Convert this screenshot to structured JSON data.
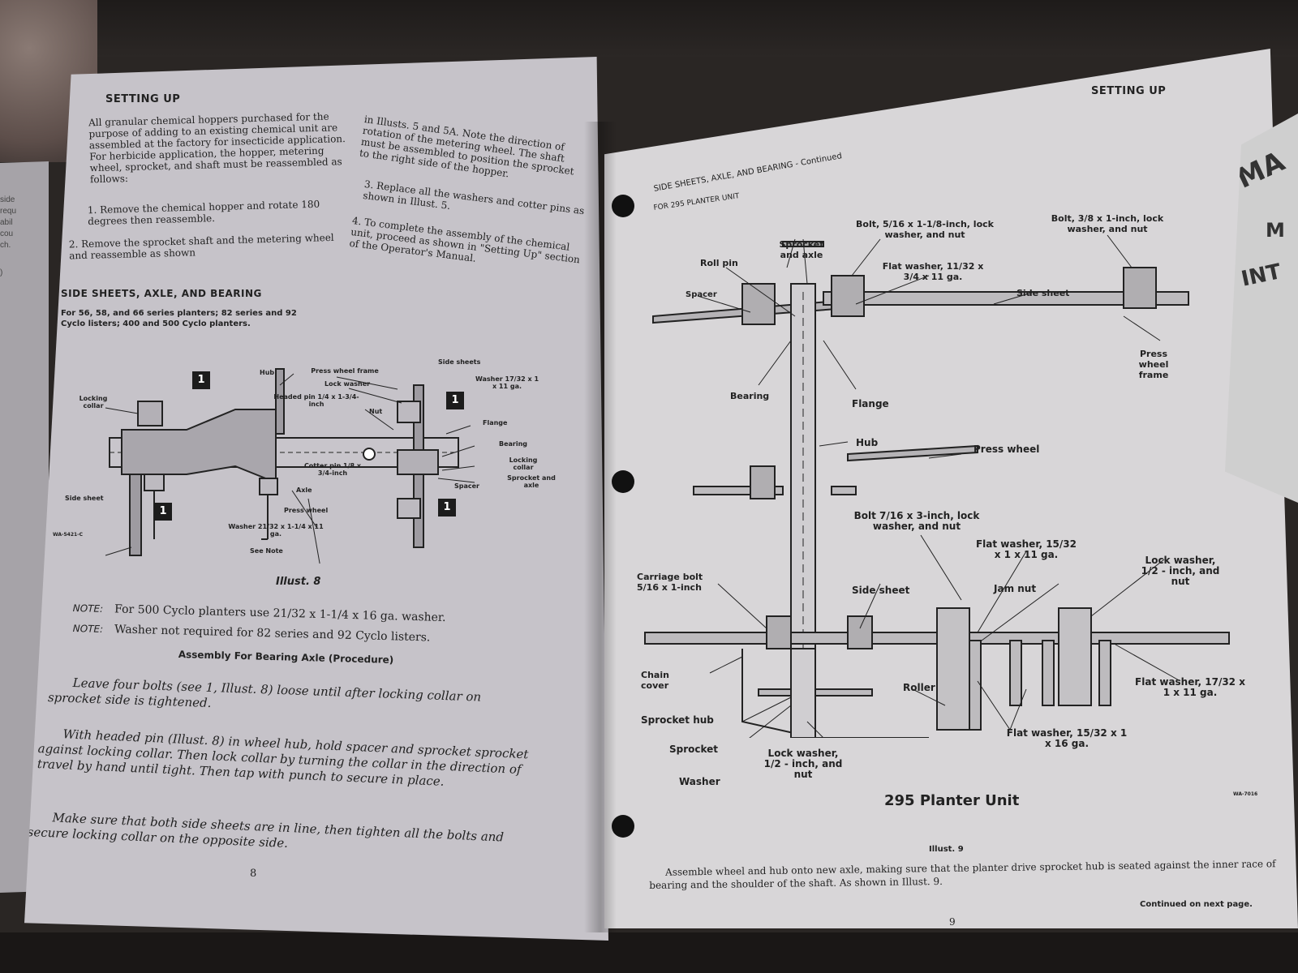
{
  "left_page": {
    "header": "SETTING UP",
    "col1_text": "All granular chemical hoppers purchased for the purpose of adding to an existing chemical unit are assembled at the factory for insecticide application. For herbicide application, the hopper, metering wheel, sprocket, and shaft must be reassembled as follows:",
    "step1": "1. Remove the chemical hopper and rotate 180 degrees then reassemble.",
    "step2": "2. Remove the sprocket shaft and the metering wheel and reassemble as shown",
    "col2_text": "in Illusts. 5 and 5A. Note the direction of rotation of the metering wheel. The shaft must be assembled to position the sprocket to the right side of the hopper.",
    "step3": "3. Replace all the washers and cotter pins as shown in Illust. 5.",
    "step4": "4. To complete the assembly of the chemical unit, proceed as shown in \"Setting Up\" section of the Operator's Manual.",
    "section_title": "SIDE SHEETS, AXLE, AND BEARING",
    "section_sub": "For 56, 58, and 66 series planters; 82 series and 92 Cyclo listers; 400 and 500 Cyclo planters.",
    "diagram_labels": {
      "hub": "Hub",
      "press_wheel_frame": "Press wheel frame",
      "lock_washer": "Lock washer",
      "side_sheets": "Side sheets",
      "washer_top": "Washer 17/32 x 1 x 11 ga.",
      "locking_collar_left": "Locking collar",
      "headed_pin": "Headed pin 1/4 x 1-3/4-inch",
      "nut": "Nut",
      "flange": "Flange",
      "bearing": "Bearing",
      "locking_collar_right": "Locking collar",
      "sprocket_and_axle": "Sprocket and axle",
      "cotter_pin": "Cotter pin 1/8 x 3/4-inch",
      "spacer": "Spacer",
      "side_sheet": "Side sheet",
      "axle": "Axle",
      "press_wheel": "Press wheel",
      "washer_bottom": "Washer 21/32 x 1-1/4 x 11 ga.",
      "see_note": "See Note",
      "part_no": "WA-5421-C",
      "badge": "1"
    },
    "illust": "Illust. 8",
    "note1_label": "NOTE:",
    "note1": "For 500 Cyclo planters use 21/32 x 1-1/4 x 16 ga. washer.",
    "note2_label": "NOTE:",
    "note2": "Washer not required for 82 series and 92 Cyclo listers.",
    "procedure_title": "Assembly For Bearing Axle (Procedure)",
    "para1": "Leave four bolts (see 1, Illust. 8) loose until after locking collar on sprocket side is tightened.",
    "para2": "With headed pin (Illust. 8) in wheel hub, hold spacer and sprocket sprocket against locking collar. Then lock collar by turning the collar in the direction of travel by hand until tight. Then tap with punch to secure in place.",
    "para3": "Make sure that both side sheets are in line, then tighten all the bolts and secure locking collar on the opposite side.",
    "page_number": "8"
  },
  "right_page": {
    "header": "SETTING UP",
    "section_title": "SIDE SHEETS, AXLE, AND BEARING - Continued",
    "section_sub": "FOR 295 PLANTER UNIT",
    "diagram_labels": {
      "roll_pin": "Roll pin",
      "sprocket_and_axle": "Sprocket and axle",
      "bolt_516": "Bolt, 5/16 x 1-1/8-inch, lock washer, and nut",
      "bolt_38": "Bolt, 3/8 x 1-inch, lock washer, and nut",
      "spacer": "Spacer",
      "flat_washer_1132": "Flat washer, 11/32 x 3/4 x 11 ga.",
      "side_sheet_top": "Side sheet",
      "press_wheel_frame": "Press wheel frame",
      "bearing": "Bearing",
      "flange": "Flange",
      "hub": "Hub",
      "press_wheel": "Press wheel",
      "bolt_716": "Bolt 7/16 x 3-inch, lock washer, and nut",
      "flat_washer_1532_11": "Flat washer, 15/32 x 1 x 11 ga.",
      "lock_washer_12_top": "Lock washer, 1/2 - inch, and nut",
      "carriage_bolt": "Carriage bolt 5/16 x 1-inch",
      "side_sheet_mid": "Side sheet",
      "jam_nut": "Jam nut",
      "chain_cover": "Chain cover",
      "roller": "Roller",
      "flat_washer_1732": "Flat washer, 17/32 x 1 x 11 ga.",
      "sprocket_hub": "Sprocket hub",
      "flat_washer_1532_16": "Flat washer, 15/32 x 1 x 16 ga.",
      "sprocket": "Sprocket",
      "lock_washer_12_bottom": "Lock washer, 1/2 - inch, and nut",
      "washer": "Washer",
      "part_no": "WA-7016"
    },
    "diagram_title": "295 Planter Unit",
    "illust": "Illust. 9",
    "para": "Assemble wheel and hub onto new axle, making sure that the planter drive sprocket hub is seated against the inner race of bearing and the shoulder of the shaft. As shown in Illust. 9.",
    "continued": "Continued on next page.",
    "page_number": "9"
  },
  "booklet": {
    "line1": "MA",
    "line2": "M",
    "line3": "INT"
  },
  "back_page_fragments": [
    "side",
    "requ",
    "abil",
    "cou",
    "ch.",
    ")"
  ]
}
